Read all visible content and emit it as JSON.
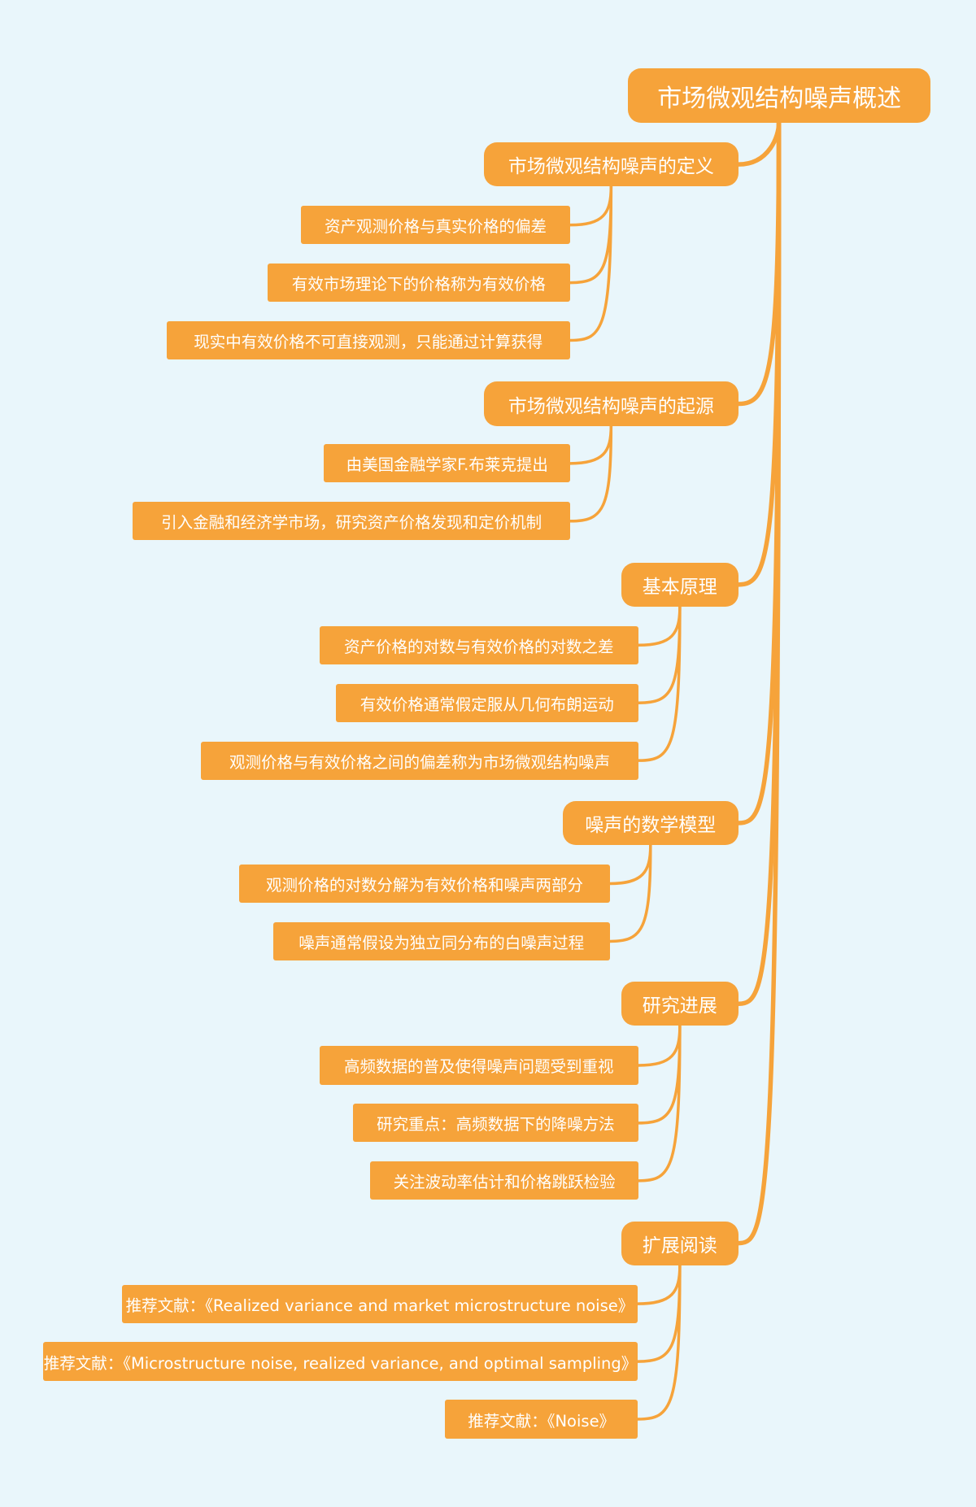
{
  "colors": {
    "background": "#e9f6fb",
    "node": "#f6a33a",
    "line": "#f6a33a",
    "text": "#ffffff"
  },
  "root": {
    "label": "市场微观结构噪声概述"
  },
  "branches": [
    {
      "label": "市场微观结构噪声的定义",
      "children": [
        "资产观测价格与真实价格的偏差",
        "有效市场理论下的价格称为有效价格",
        "现实中有效价格不可直接观测，只能通过计算获得"
      ]
    },
    {
      "label": "市场微观结构噪声的起源",
      "children": [
        "由美国金融学家F.布莱克提出",
        "引入金融和经济学市场，研究资产价格发现和定价机制"
      ]
    },
    {
      "label": "基本原理",
      "children": [
        "资产价格的对数与有效价格的对数之差",
        "有效价格通常假定服从几何布朗运动",
        "观测价格与有效价格之间的偏差称为市场微观结构噪声"
      ]
    },
    {
      "label": "噪声的数学模型",
      "children": [
        "观测价格的对数分解为有效价格和噪声两部分",
        "噪声通常假设为独立同分布的白噪声过程"
      ]
    },
    {
      "label": "研究进展",
      "children": [
        "高频数据的普及使得噪声问题受到重视",
        "研究重点：高频数据下的降噪方法",
        "关注波动率估计和价格跳跃检验"
      ]
    },
    {
      "label": "扩展阅读",
      "children": [
        "推荐文献：《Realized variance and market microstructure noise》",
        "推荐文献：《Microstructure noise, realized variance, and optimal sampling》",
        "推荐文献：《Noise》"
      ]
    }
  ]
}
